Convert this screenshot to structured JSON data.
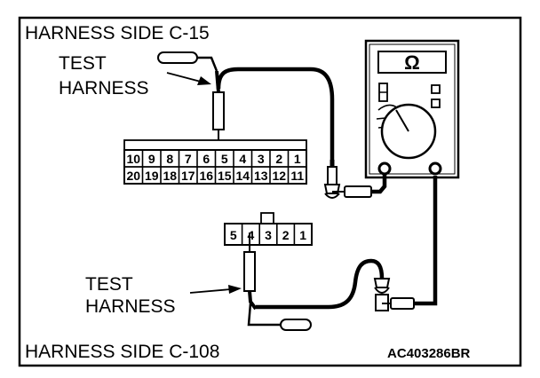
{
  "labels": {
    "top_title": "HARNESS SIDE C-15",
    "test_line1": "TEST",
    "test_line2": "HARNESS",
    "bottom_title": "HARNESS SIDE C-108",
    "figure_code": "AC403286BR"
  },
  "meter": {
    "display_symbol": "Ω"
  },
  "connector_c15": {
    "row1": [
      "10",
      "9",
      "8",
      "7",
      "6",
      "5",
      "4",
      "3",
      "2",
      "1"
    ],
    "row2": [
      "20",
      "19",
      "18",
      "17",
      "16",
      "15",
      "14",
      "13",
      "12",
      "11"
    ]
  },
  "connector_c108": {
    "pins": [
      "5",
      "4",
      "3",
      "2",
      "1"
    ]
  }
}
